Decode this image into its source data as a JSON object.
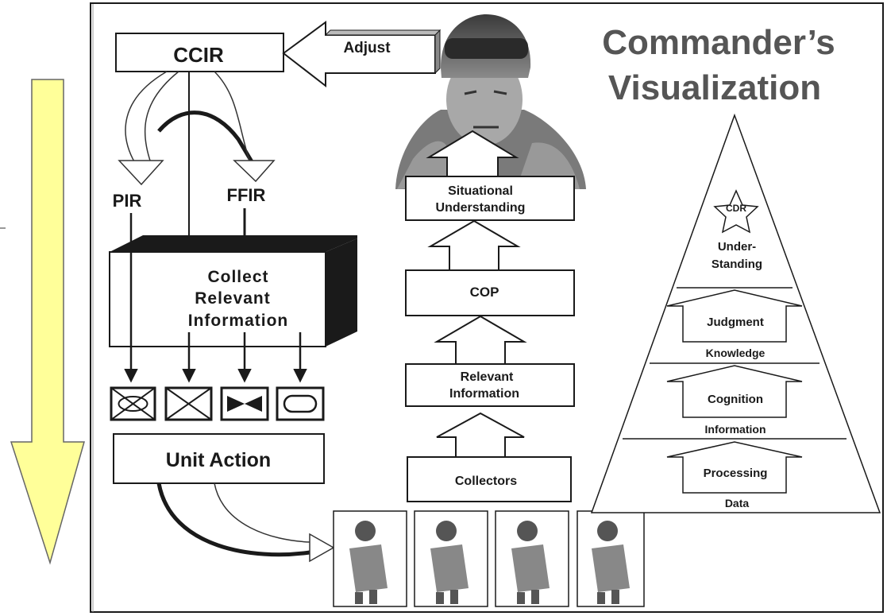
{
  "title_line1": "Commander’s",
  "title_line2": "Visualization",
  "ccir": "CCIR",
  "adjust": "Adjust",
  "pir": "PIR",
  "ffir": "FFIR",
  "collect": [
    "Collect",
    "Relevant",
    "Information"
  ],
  "unit_action": "Unit Action",
  "ladder": {
    "situational": [
      "Situational",
      "Understanding"
    ],
    "cop": "COP",
    "relevant": [
      "Relevant",
      "Information"
    ],
    "collectors": "Collectors"
  },
  "pyramid": {
    "cdr": "CDR",
    "understanding": [
      "Under-",
      "Standing"
    ],
    "judgment": "Judgment",
    "knowledge": "Knowledge",
    "cognition": "Cognition",
    "information": "Information",
    "processing": "Processing",
    "data": "Data"
  },
  "colors": {
    "yellow_arrow": "#ffff99",
    "title_gray": "#555555",
    "ink": "#1a1a1a"
  }
}
